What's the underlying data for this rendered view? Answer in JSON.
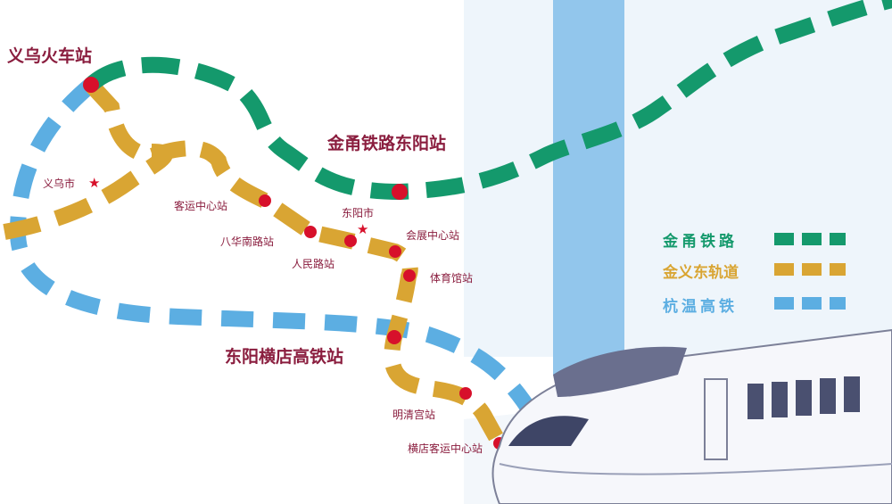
{
  "colors": {
    "jinyong": "#14996c",
    "jinyidong": "#d9a533",
    "hangwen": "#5caee2",
    "station": "#d7102b",
    "text": "#8a1d3e"
  },
  "major_stations": {
    "yiwu": "义乌火车站",
    "dongyang_jinyong": "金甬铁路东阳站",
    "dongyang_hengdian": "东阳横店高铁站"
  },
  "cities": {
    "yiwu": "义乌市",
    "dongyang": "东阳市"
  },
  "stations": {
    "keyun": "客运中心站",
    "bahua": "八华南路站",
    "renmin": "人民路站",
    "huizhan": "会展中心站",
    "tiyu": "体育馆站",
    "mingqing": "明清宫站",
    "hengdian": "横店客运中心站"
  },
  "legend": [
    {
      "label": "金甬铁路",
      "color": "#14996c"
    },
    {
      "label": "金义东轨道",
      "color": "#d9a533"
    },
    {
      "label": "杭温高铁",
      "color": "#5caee2"
    }
  ]
}
